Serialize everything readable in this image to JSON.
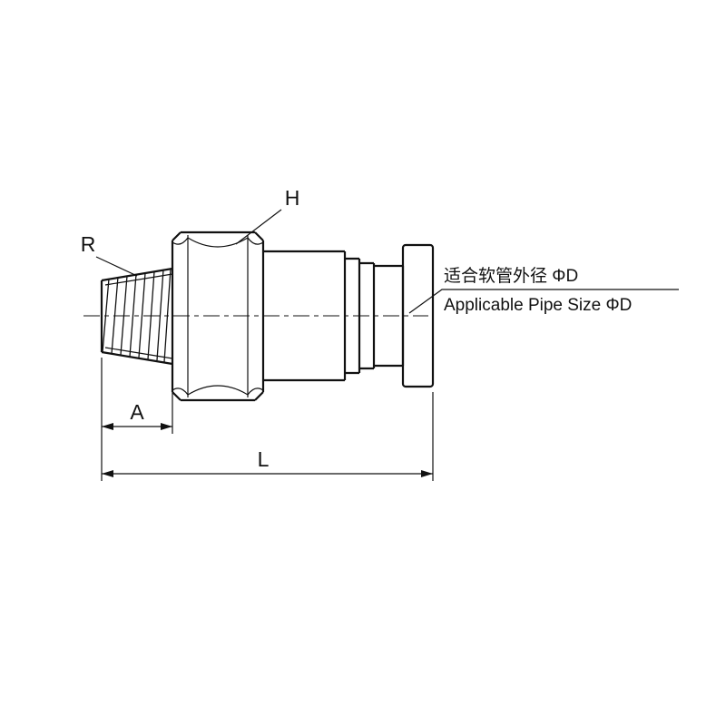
{
  "drawing": {
    "part_labels": {
      "h": "H",
      "r": "R",
      "a": "A",
      "l": "L"
    },
    "pipe_annotation": {
      "line1_zh": "适合软管外径 ΦD",
      "line2_en": "Applicable Pipe Size ΦD"
    },
    "colors": {
      "line": "#111111",
      "background": "#ffffff"
    }
  }
}
